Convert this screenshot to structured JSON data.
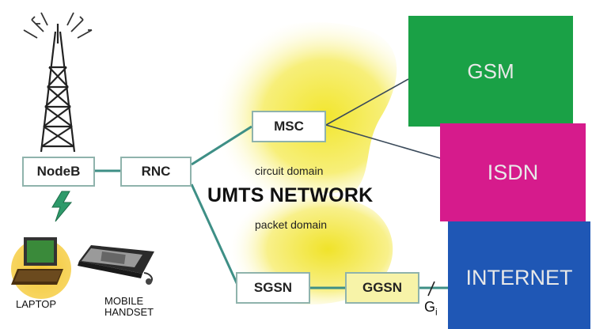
{
  "nodes": {
    "nodeb": "NodeB",
    "rnc": "RNC",
    "msc": "MSC",
    "sgsn": "SGSN",
    "ggsn": "GGSN"
  },
  "networks": {
    "gsm": {
      "label": "GSM",
      "color": "#1aa146"
    },
    "isdn": {
      "label": "ISDN",
      "color": "#d61b8c"
    },
    "internet": {
      "label": "INTERNET",
      "color": "#1f57b5"
    }
  },
  "labels": {
    "circuit_domain": "circuit domain",
    "umts_network": "UMTS NETWORK",
    "packet_domain": "packet domain",
    "gi": "G",
    "gi_sub": "i",
    "laptop": "LAPTOP",
    "mobile": "MOBILE",
    "handset": "HANDSET"
  },
  "colors": {
    "link": "#3e8f86",
    "cloud": "#f5ea4a"
  }
}
